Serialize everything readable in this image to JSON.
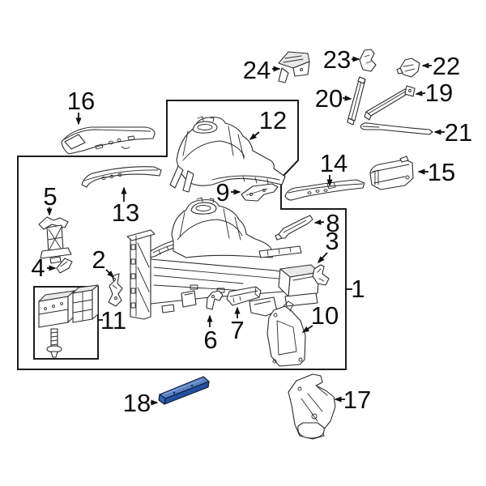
{
  "diagram": {
    "type": "exploded-parts-diagram",
    "background": "#ffffff",
    "line_color": "#2b2b2b",
    "label_color": "#0d0d0d",
    "highlight": {
      "part_number": "18",
      "fill": "#3566b1",
      "fill_dark": "#24509f",
      "fill_light": "#5b82c4"
    },
    "parts": [
      {
        "number": "1",
        "highlighted": false
      },
      {
        "number": "2",
        "highlighted": false
      },
      {
        "number": "3",
        "highlighted": false
      },
      {
        "number": "4",
        "highlighted": false
      },
      {
        "number": "5",
        "highlighted": false
      },
      {
        "number": "6",
        "highlighted": false
      },
      {
        "number": "7",
        "highlighted": false
      },
      {
        "number": "8",
        "highlighted": false
      },
      {
        "number": "9",
        "highlighted": false
      },
      {
        "number": "10",
        "highlighted": false
      },
      {
        "number": "11",
        "highlighted": false
      },
      {
        "number": "12",
        "highlighted": false
      },
      {
        "number": "13",
        "highlighted": false
      },
      {
        "number": "14",
        "highlighted": false
      },
      {
        "number": "15",
        "highlighted": false
      },
      {
        "number": "16",
        "highlighted": false
      },
      {
        "number": "17",
        "highlighted": false
      },
      {
        "number": "18",
        "highlighted": true
      },
      {
        "number": "19",
        "highlighted": false
      },
      {
        "number": "20",
        "highlighted": false
      },
      {
        "number": "21",
        "highlighted": false
      },
      {
        "number": "22",
        "highlighted": false
      },
      {
        "number": "23",
        "highlighted": false
      },
      {
        "number": "24",
        "highlighted": false
      }
    ]
  }
}
